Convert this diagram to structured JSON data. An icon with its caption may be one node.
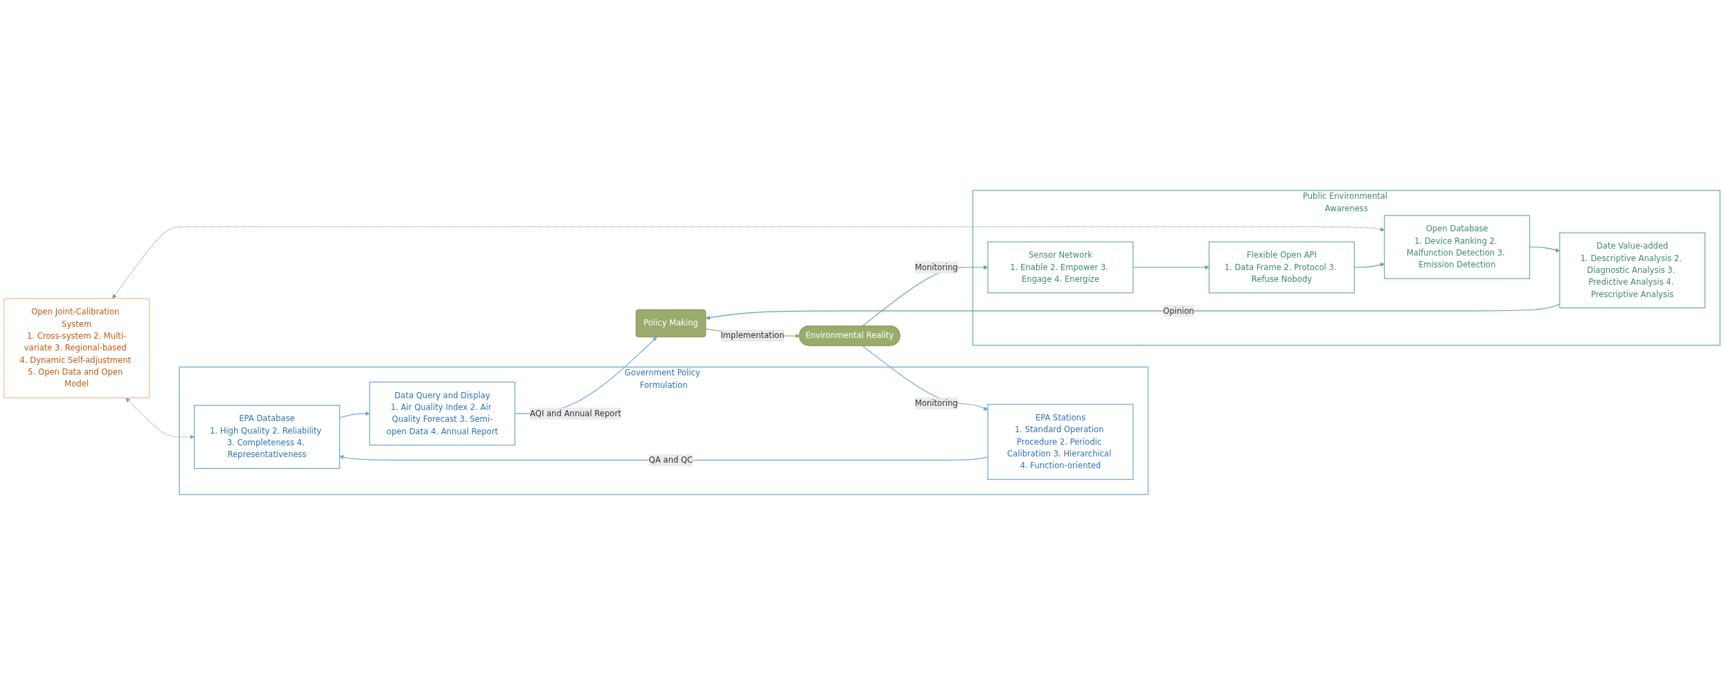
{
  "diagram": {
    "nodes": [
      {
        "text": [
          "Open Joint-Calibration System",
          "1. Cross-system 2. Multi-variate 3. Regional-based 4. Dynamic Self-adjustment 5. Open Data and Open Model"
        ]
      },
      {
        "text": [
          "Government Policy Formulation"
        ]
      },
      {
        "text": [
          "EPA Database",
          "1. High Quality 2. Reliability 3. Completeness 4. Representativeness"
        ],
        "in": 1
      },
      {
        "text": [
          "Data Query and Display",
          "1. Air Quality Index 2. Air Quality Forecast 3. Semi-open Data 4. Annual Report"
        ],
        "in": 1
      },
      {
        "text": [
          "EPA Stations",
          "1. Standard Operation Procedure 2. Periodic Calibration 3. Hierarchical 4. Function-oriented"
        ],
        "in": 1
      },
      {
        "text": [
          "Policy Making"
        ]
      },
      {
        "text": [
          "Environmental Reality"
        ]
      },
      {
        "text": [
          "Public Environmental Awareness"
        ]
      },
      {
        "text": [
          "Date Value-added",
          "1. Descriptive Analysis 2. Diagnostic Analysis 3. Predictive Analysis 4. Prescriptive Analysis"
        ],
        "in": 7
      },
      {
        "text": [
          "Open Database",
          "1. Device Ranking 2. Malfunction Detection 3. Emission Detection"
        ],
        "in": 7
      },
      {
        "text": [
          "Sensor Network",
          "1. Enable 2. Empower 3. Engage 4. Energize"
        ],
        "in": 7
      },
      {
        "text": [
          "Flexible Open API",
          "1. Data Frame 2. Protocol 3. Refuse Nobody"
        ],
        "in": 7
      }
    ],
    "edges": [
      {
        "from": 0,
        "to": 2,
        "arrow": "both",
        "style": "dashed",
        "color": "#6fa8dc"
      },
      {
        "from": 0,
        "to": 9,
        "arrow": "both",
        "style": "dashed"
      },
      {
        "from": 2,
        "to": 3,
        "arrow": "to",
        "color": "#6fa8dc"
      },
      {
        "from": 4,
        "to": 2,
        "arrow": "to",
        "label": "QA and QC",
        "color": "#6fa8dc"
      },
      {
        "from": 3,
        "to": 5,
        "arrow": "to",
        "label": "AQI and Annual Report",
        "color": "#6fa8dc"
      },
      {
        "from": 8,
        "to": 5,
        "arrow": "to",
        "label": "Opinion"
      },
      {
        "from": 9,
        "to": 8,
        "arrow": "to"
      },
      {
        "from": 5,
        "to": 6,
        "arrow": "to",
        "label": "Implementation",
        "color": "#8f9d5c"
      },
      {
        "from": 6,
        "to": 4,
        "arrow": "to",
        "label": "Monitoring",
        "color": "#6fa8dc"
      },
      {
        "from": 6,
        "to": 10,
        "arrow": "to",
        "label": "Monitoring"
      },
      {
        "from": 10,
        "to": 11,
        "arrow": "to"
      },
      {
        "from": 11,
        "to": 9,
        "arrow": "to"
      }
    ]
  }
}
